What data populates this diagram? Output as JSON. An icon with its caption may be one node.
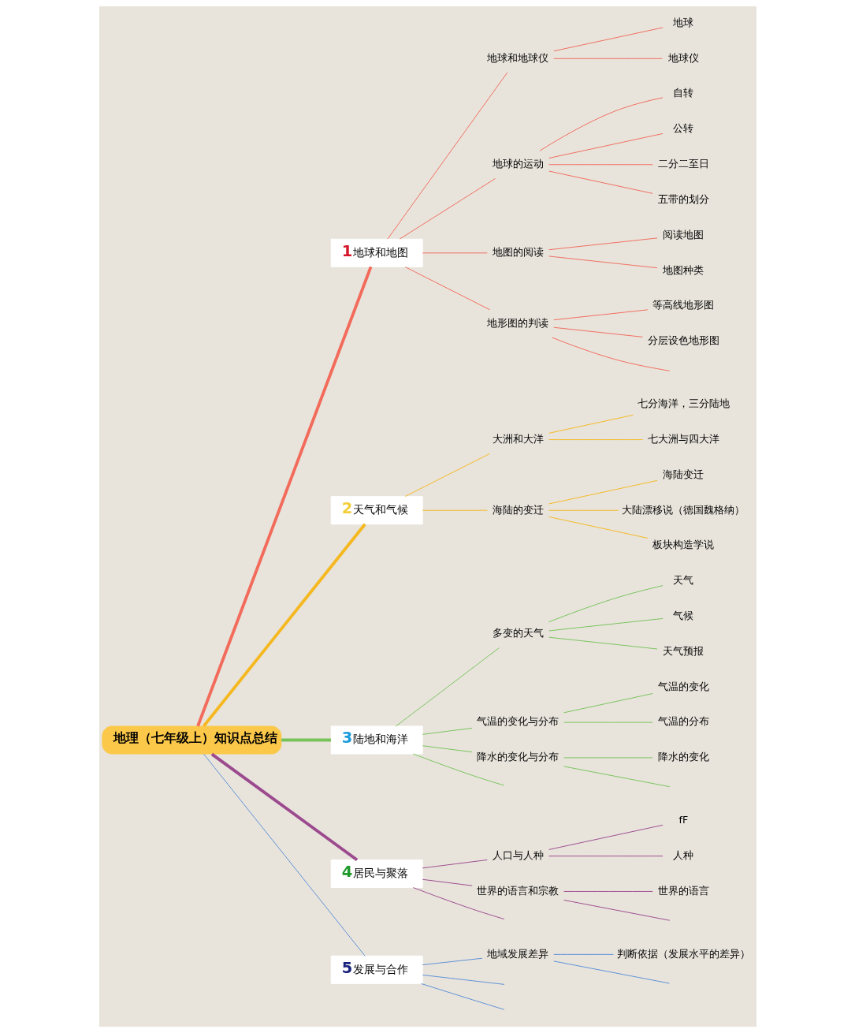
{
  "diagram": {
    "nodes": [
      {
        "text": [
          "地理（七年级上）知识点总结"
        ]
      },
      {
        "text": [
          "1",
          "地球和地图"
        ]
      },
      {
        "text": [
          "地球和地球仪"
        ]
      },
      {
        "text": [
          "地球"
        ]
      },
      {
        "text": [
          "地球仪"
        ]
      },
      {
        "text": [
          "地球的运动"
        ]
      },
      {
        "text": [
          "自转"
        ]
      },
      {
        "text": [
          "公转"
        ]
      },
      {
        "text": [
          "二分二至日"
        ]
      },
      {
        "text": [
          "五带的划分"
        ]
      },
      {
        "text": [
          "地图的阅读"
        ]
      },
      {
        "text": [
          "阅读地图"
        ]
      },
      {
        "text": [
          "地图种类"
        ]
      },
      {
        "text": [
          "地形图的判读"
        ]
      },
      {
        "text": [
          "等高线地形图"
        ]
      },
      {
        "text": [
          "分层设色地形图"
        ]
      },
      {
        "text": [
          "2",
          "天气和气候"
        ]
      },
      {
        "text": [
          "大洲和大洋"
        ]
      },
      {
        "text": [
          "七分海洋，三分陆地"
        ]
      },
      {
        "text": [
          "七大洲与四大洋"
        ]
      },
      {
        "text": [
          "海陆的变迁"
        ]
      },
      {
        "text": [
          "海陆变迁"
        ]
      },
      {
        "text": [
          "大陆漂移说（德国魏格纳）"
        ]
      },
      {
        "text": [
          "板块构造学说"
        ]
      },
      {
        "text": [
          "3",
          "陆地和海洋"
        ]
      },
      {
        "text": [
          "多变的天气"
        ]
      },
      {
        "text": [
          "天气"
        ]
      },
      {
        "text": [
          "气候"
        ]
      },
      {
        "text": [
          "天气预报"
        ]
      },
      {
        "text": [
          "气温的变化与分布"
        ]
      },
      {
        "text": [
          "气温的变化"
        ]
      },
      {
        "text": [
          "气温的分布"
        ]
      },
      {
        "text": [
          "降水的变化与分布"
        ]
      },
      {
        "text": [
          "降水的变化"
        ]
      },
      {
        "text": [
          "4",
          "居民与聚落"
        ]
      },
      {
        "text": [
          "人口与人种"
        ]
      },
      {
        "text": [
          "fF"
        ]
      },
      {
        "text": [
          "人种"
        ]
      },
      {
        "text": [
          "世界的语言和宗教"
        ]
      },
      {
        "text": [
          "世界的语言"
        ]
      },
      {
        "text": [
          "5",
          "发展与合作"
        ]
      },
      {
        "text": [
          "地域发展差异"
        ]
      },
      {
        "text": [
          "判断依据（发展水平的差异）"
        ]
      }
    ],
    "edges": [
      {
        "from": 0,
        "to": 1,
        "arrow": "none",
        "style": "thick",
        "color": "#f26b5b"
      },
      {
        "from": 1,
        "to": 2,
        "arrow": "none",
        "color": "#f26b5b"
      },
      {
        "from": 2,
        "to": 3,
        "arrow": "none",
        "color": "#f26b5b"
      },
      {
        "from": 2,
        "to": 4,
        "arrow": "none",
        "color": "#f26b5b"
      },
      {
        "from": 1,
        "to": 5,
        "arrow": "none",
        "color": "#f26b5b"
      },
      {
        "from": 5,
        "to": 6,
        "arrow": "none",
        "color": "#f26b5b"
      },
      {
        "from": 5,
        "to": 7,
        "arrow": "none",
        "color": "#f26b5b"
      },
      {
        "from": 5,
        "to": 8,
        "arrow": "none",
        "color": "#f26b5b"
      },
      {
        "from": 5,
        "to": 9,
        "arrow": "none",
        "color": "#f26b5b"
      },
      {
        "from": 1,
        "to": 10,
        "arrow": "none",
        "color": "#f26b5b"
      },
      {
        "from": 10,
        "to": 11,
        "arrow": "none",
        "color": "#f26b5b"
      },
      {
        "from": 10,
        "to": 12,
        "arrow": "none",
        "color": "#f26b5b"
      },
      {
        "from": 1,
        "to": 13,
        "arrow": "none",
        "color": "#f26b5b"
      },
      {
        "from": 13,
        "to": 14,
        "arrow": "none",
        "color": "#f26b5b"
      },
      {
        "from": 13,
        "to": 15,
        "arrow": "none",
        "color": "#f26b5b"
      },
      {
        "from": 13,
        "to": null,
        "arrow": "none",
        "color": "#f26b5b"
      },
      {
        "from": 0,
        "to": 16,
        "arrow": "none",
        "style": "thick",
        "color": "#f5b820"
      },
      {
        "from": 16,
        "to": 17,
        "arrow": "none",
        "color": "#f5b820"
      },
      {
        "from": 17,
        "to": 18,
        "arrow": "none",
        "color": "#f5b820"
      },
      {
        "from": 17,
        "to": 19,
        "arrow": "none",
        "color": "#f5b820"
      },
      {
        "from": 16,
        "to": 20,
        "arrow": "none",
        "color": "#f5b820"
      },
      {
        "from": 20,
        "to": 21,
        "arrow": "none",
        "color": "#f5b820"
      },
      {
        "from": 20,
        "to": 22,
        "arrow": "none",
        "color": "#f5b820"
      },
      {
        "from": 20,
        "to": 23,
        "arrow": "none",
        "color": "#f5b820"
      },
      {
        "from": 0,
        "to": 24,
        "arrow": "none",
        "style": "thick",
        "color": "#77c35a"
      },
      {
        "from": 24,
        "to": 25,
        "arrow": "none",
        "color": "#77c35a"
      },
      {
        "from": 25,
        "to": 26,
        "arrow": "none",
        "color": "#77c35a"
      },
      {
        "from": 25,
        "to": 27,
        "arrow": "none",
        "color": "#77c35a"
      },
      {
        "from": 25,
        "to": 28,
        "arrow": "none",
        "color": "#77c35a"
      },
      {
        "from": 24,
        "to": 29,
        "arrow": "none",
        "color": "#77c35a"
      },
      {
        "from": 29,
        "to": 30,
        "arrow": "none",
        "color": "#77c35a"
      },
      {
        "from": 29,
        "to": 31,
        "arrow": "none",
        "color": "#77c35a"
      },
      {
        "from": 24,
        "to": 32,
        "arrow": "none",
        "color": "#77c35a"
      },
      {
        "from": 32,
        "to": 33,
        "arrow": "none",
        "color": "#77c35a"
      },
      {
        "from": 32,
        "to": null,
        "arrow": "none",
        "color": "#77c35a"
      },
      {
        "from": 24,
        "to": null,
        "arrow": "none",
        "color": "#77c35a"
      },
      {
        "from": 0,
        "to": 34,
        "arrow": "none",
        "style": "thick",
        "color": "#9c4a8e"
      },
      {
        "from": 34,
        "to": 35,
        "arrow": "none",
        "color": "#9c4a8e"
      },
      {
        "from": 35,
        "to": 36,
        "arrow": "none",
        "color": "#9c4a8e"
      },
      {
        "from": 35,
        "to": 37,
        "arrow": "none",
        "color": "#9c4a8e"
      },
      {
        "from": 34,
        "to": 38,
        "arrow": "none",
        "color": "#9c4a8e"
      },
      {
        "from": 38,
        "to": 39,
        "arrow": "none",
        "color": "#9c4a8e"
      },
      {
        "from": 38,
        "to": null,
        "arrow": "none",
        "color": "#9c4a8e"
      },
      {
        "from": 34,
        "to": null,
        "arrow": "none",
        "color": "#9c4a8e"
      },
      {
        "from": 0,
        "to": 40,
        "arrow": "none",
        "color": "#5b8fd6"
      },
      {
        "from": 40,
        "to": 41,
        "arrow": "none",
        "color": "#5b8fd6"
      },
      {
        "from": 41,
        "to": 42,
        "arrow": "none",
        "color": "#5b8fd6"
      },
      {
        "from": 41,
        "to": null,
        "arrow": "none",
        "color": "#5b8fd6"
      },
      {
        "from": 40,
        "to": null,
        "arrow": "none",
        "color": "#5b8fd6"
      },
      {
        "from": 40,
        "to": null,
        "arrow": "none",
        "color": "#5b8fd6"
      }
    ]
  }
}
